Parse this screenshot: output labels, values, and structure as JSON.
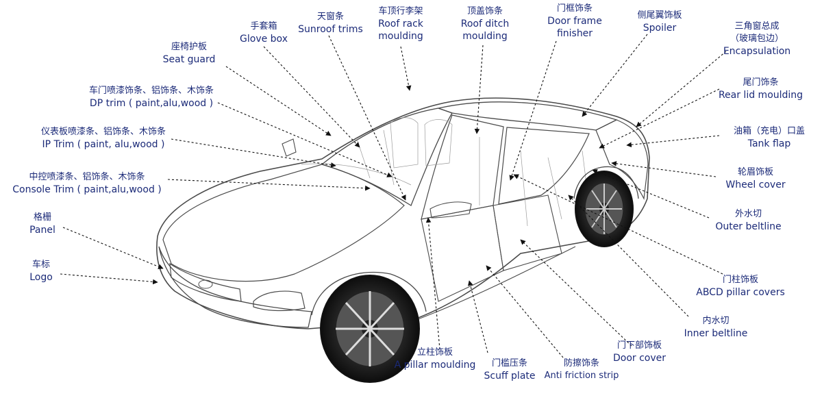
{
  "labels": [
    {
      "id": "glove-box",
      "zh": "手套箱",
      "en": "Glove box"
    },
    {
      "id": "sunroof-trims",
      "zh": "天窗条",
      "en": "Sunroof trims"
    },
    {
      "id": "roof-rack-moulding",
      "zh": "车顶行李架",
      "en": "Roof rack",
      "en2": "moulding"
    },
    {
      "id": "roof-ditch-moulding",
      "zh": "顶盖饰条",
      "en": "Roof ditch",
      "en2": "moulding"
    },
    {
      "id": "door-frame-finisher",
      "zh": "门框饰条",
      "en": "Door frame",
      "en2": "finisher"
    },
    {
      "id": "spoiler",
      "zh": "侧尾翼饰板",
      "en": "Spoiler"
    },
    {
      "id": "encapsulation",
      "zh": "三角窗总成",
      "zh2": "（玻璃包边）",
      "en": "Encapsulation"
    },
    {
      "id": "seat-guard",
      "zh": "座椅护板",
      "en": "Seat guard"
    },
    {
      "id": "rear-lid-moulding",
      "zh": "尾门饰条",
      "en": "Rear lid moulding"
    },
    {
      "id": "dp-trim",
      "zh": "车门喷漆饰条、铝饰条、木饰条",
      "en": "DP trim ( paint,alu,wood )"
    },
    {
      "id": "ip-trim",
      "zh": "仪表板喷漆条、铝饰条、木饰条",
      "en": "IP Trim ( paint, alu,wood )"
    },
    {
      "id": "tank-flap",
      "zh": "油箱（充电）口盖",
      "en": "Tank flap"
    },
    {
      "id": "wheel-cover",
      "zh": "轮眉饰板",
      "en": "Wheel cover"
    },
    {
      "id": "console-trim",
      "zh": "中控喷漆条、铝饰条、木饰条",
      "en": "Console Trim ( paint,alu,wood )"
    },
    {
      "id": "outer-beltline",
      "zh": "外水切",
      "en": "Outer beltline"
    },
    {
      "id": "panel",
      "zh": "格栅",
      "en": "Panel"
    },
    {
      "id": "logo",
      "zh": "车标",
      "en": "Logo"
    },
    {
      "id": "abcd-pillar-covers",
      "zh": "门柱饰板",
      "en": "ABCD pillar covers"
    },
    {
      "id": "inner-beltline",
      "zh": "内水切",
      "en": "Inner beltline"
    },
    {
      "id": "door-cover",
      "zh": "门下部饰板",
      "en": "Door cover"
    },
    {
      "id": "a-pillar-moulding",
      "zh": "立柱饰板",
      "en": "A pillar moulding"
    },
    {
      "id": "scuff-plate",
      "zh": "门槛压条",
      "en": "Scuff plate"
    },
    {
      "id": "anti-friction-strip",
      "zh": "防擦饰条",
      "en": "Anti friction strip"
    }
  ]
}
